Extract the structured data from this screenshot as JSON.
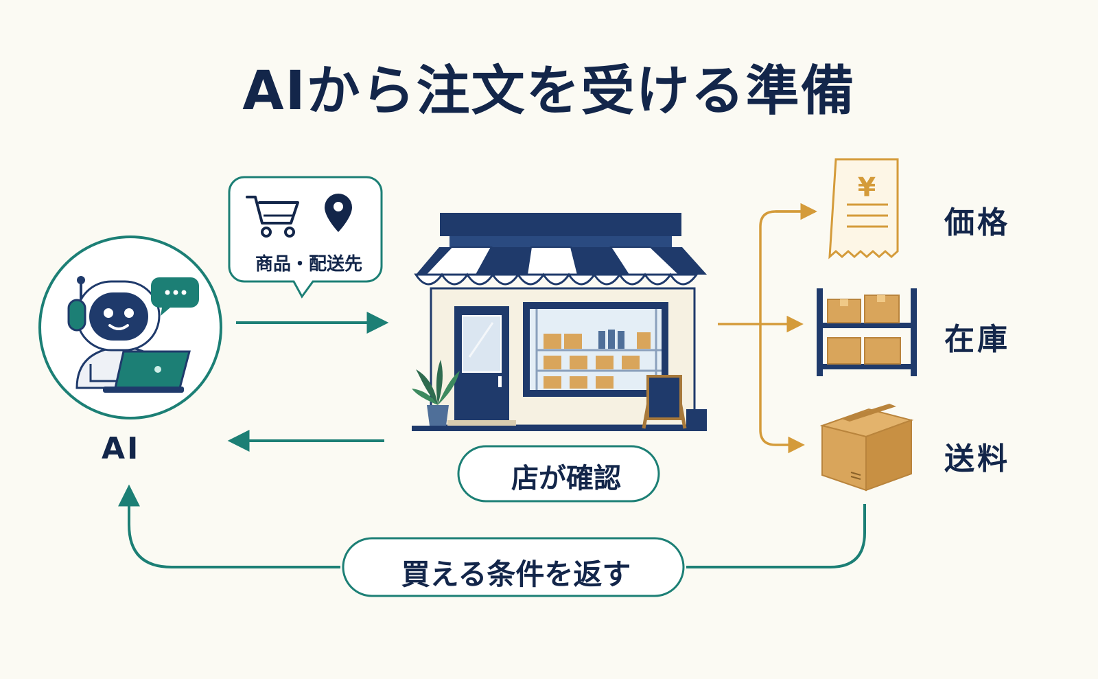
{
  "title": "AIから注文を受ける準備",
  "ai": {
    "label": "AI"
  },
  "request_bubble": {
    "label": "商品・配送先"
  },
  "store": {
    "confirm_label": "店が確認"
  },
  "checks": {
    "price": "価格",
    "stock": "在庫",
    "shipping": "送料"
  },
  "return_flow": {
    "label": "買える条件を返す"
  },
  "receipt": {
    "currency_symbol": "¥"
  },
  "colors": {
    "background": "#fbfaf3",
    "navy": "#1f3a6b",
    "text": "#13264a",
    "teal": "#1c7f75",
    "gold": "#d49b3a",
    "box": "#d9a55b"
  },
  "icons": [
    "robot-icon",
    "chat-icon",
    "laptop-icon",
    "cart-icon",
    "location-pin-icon",
    "store-icon",
    "plant-icon",
    "sign-board-icon",
    "receipt-icon",
    "shelf-icon",
    "box-icon"
  ]
}
